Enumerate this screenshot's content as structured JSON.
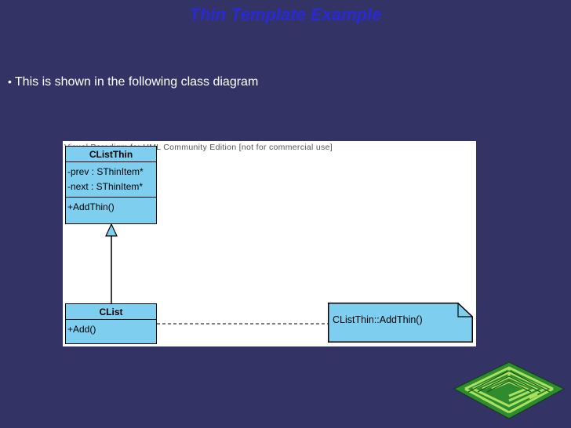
{
  "slide": {
    "title": "Thin Template Example",
    "bullet_symbol": "•",
    "bullet_text": "This is shown in the following class diagram"
  },
  "diagram": {
    "watermark": "Visual Paradigm for UML Community Edition [not for commercial use]",
    "classes": [
      {
        "name": "CListThin",
        "attributes": [
          "-prev : SThinItem*",
          "-next : SThinItem*"
        ],
        "operations": [
          "+AddThin()"
        ]
      },
      {
        "name": "CList",
        "operations": [
          "+Add()"
        ]
      }
    ],
    "note": {
      "text": "CListThin::AddThin()"
    }
  },
  "colors": {
    "background": "#333366",
    "title": "#2a2ad4",
    "class_fill": "#7ecfef",
    "note_fill": "#7ecfef",
    "logo_green": "#2e8b2e"
  },
  "icons": {
    "logo": "green-maze-logo"
  }
}
